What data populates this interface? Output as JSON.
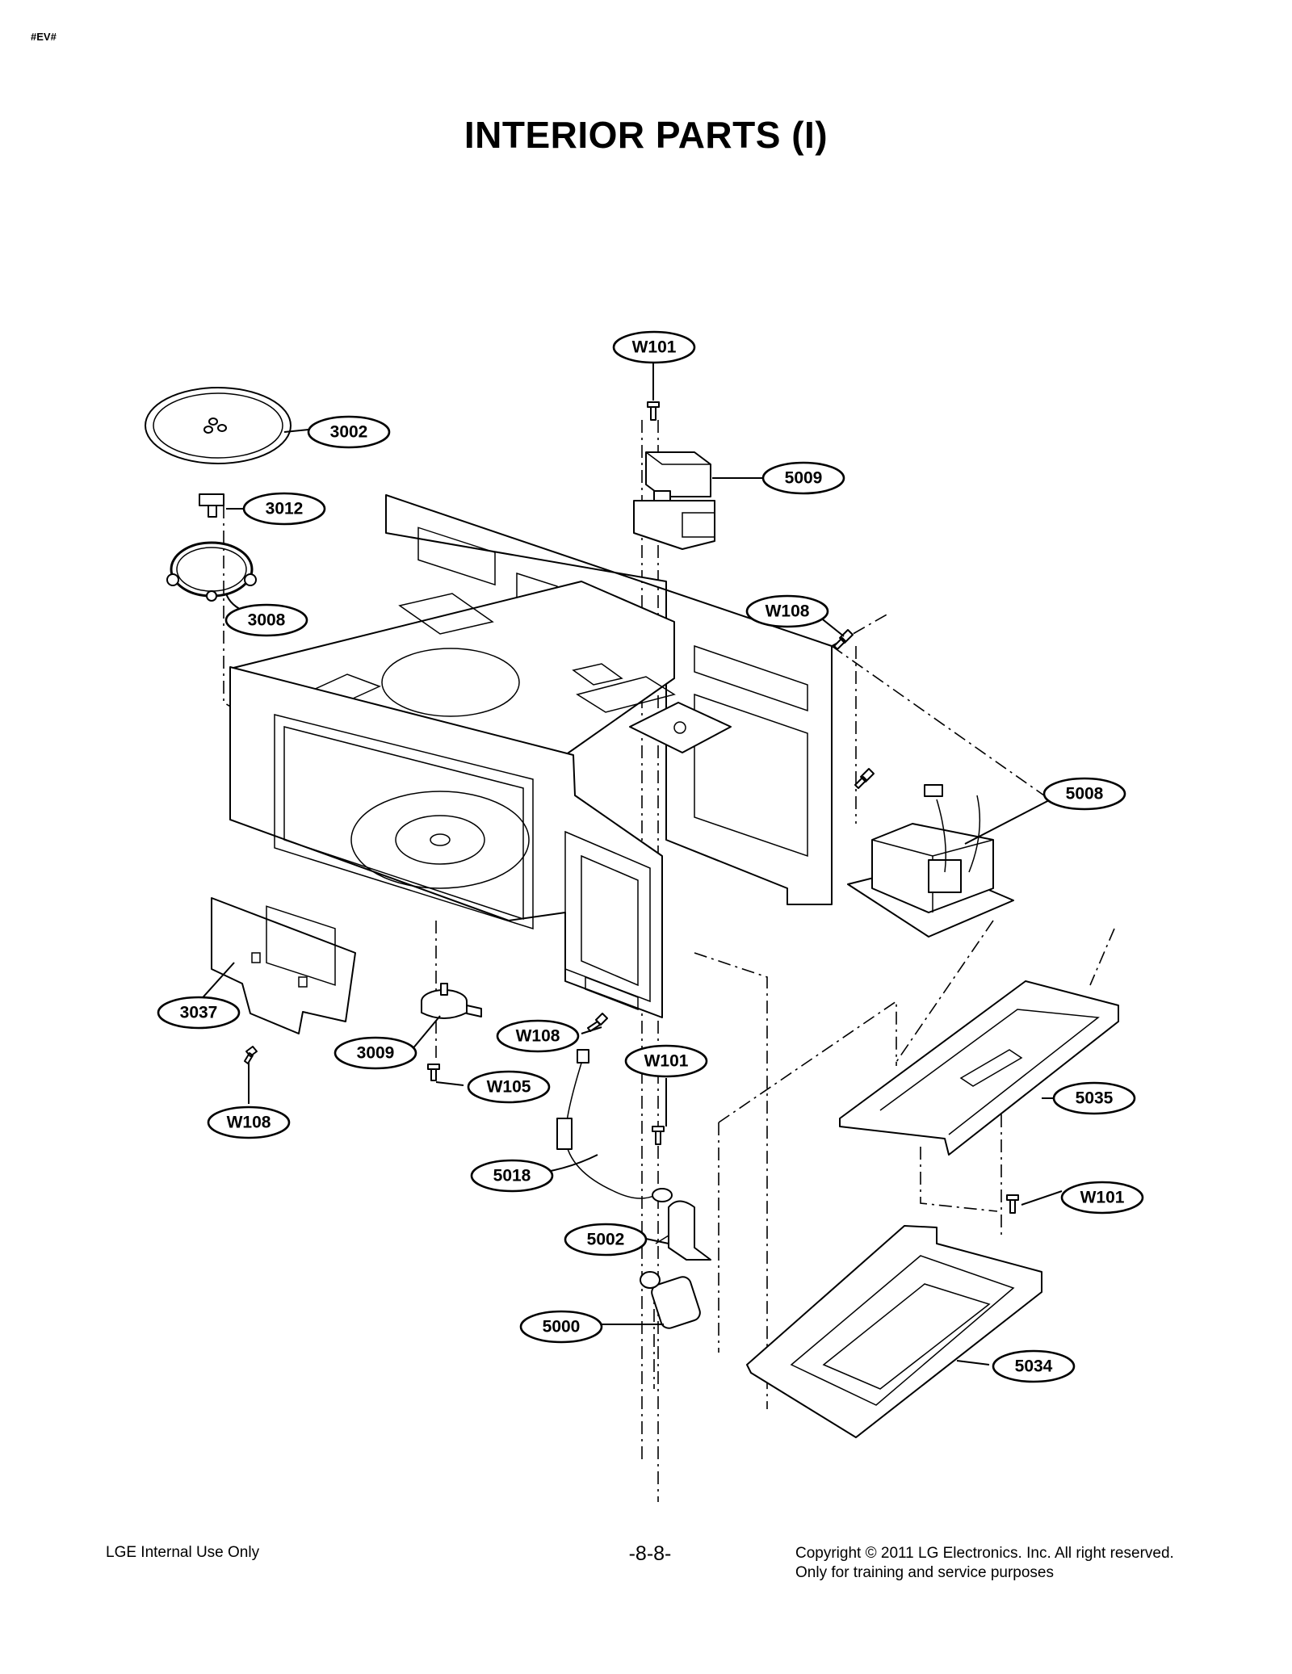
{
  "header": {
    "code": "#EV#"
  },
  "page": {
    "title": "INTERIOR PARTS (I)"
  },
  "callouts": {
    "w101_top": "W101",
    "p3002": "3002",
    "p5009": "5009",
    "p3012": "3012",
    "p3008": "3008",
    "w108_right": "W108",
    "p5008": "5008",
    "p3037": "3037",
    "w108_mid": "W108",
    "p3009": "3009",
    "w101_mid": "W101",
    "w105": "W105",
    "p5035": "5035",
    "w108_left": "W108",
    "p5018": "5018",
    "w101_right": "W101",
    "p5002": "5002",
    "p5000": "5000",
    "p5034": "5034"
  },
  "footer": {
    "left": "LGE Internal Use Only",
    "page_number": "-8-8-",
    "copyright": "Copyright © 2011 LG Electronics. Inc. All right reserved.",
    "note": "Only for training and service purposes"
  }
}
